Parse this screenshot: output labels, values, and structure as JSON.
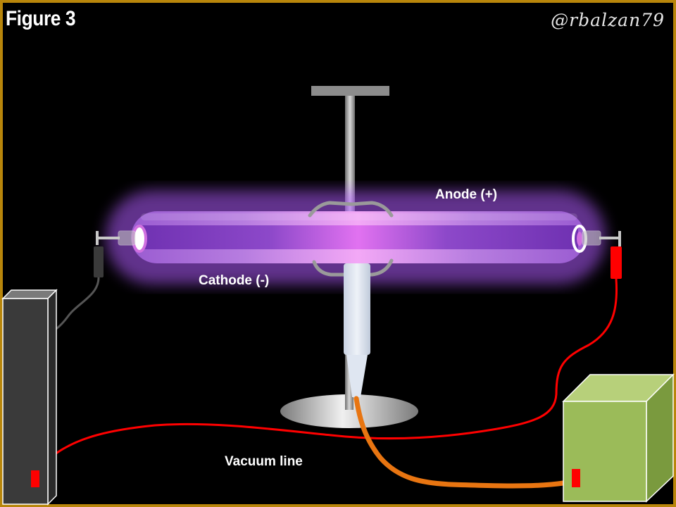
{
  "figure": {
    "title": "Figure 3",
    "watermark": "@rbalzan79"
  },
  "labels": {
    "anode": "Anode (+)",
    "cathode": "Cathode (-)",
    "vacuum_line": "Vacuum line"
  },
  "colors": {
    "background": "#000000",
    "frame_border": "#b8860b",
    "plasma_glow": "#c77dff",
    "plasma_core": "#7b3fbf",
    "positive_wire": "#ff0000",
    "negative_wire": "#555555",
    "vacuum_hose": "#e87511",
    "power_supply_right": "#9bbb59",
    "power_supply_left": "#3a3a3a"
  },
  "icons": {
    "discharge_tube": "glow-discharge-tube-icon",
    "power_supply": "power-supply-box-icon",
    "stand": "metal-stand-icon"
  }
}
